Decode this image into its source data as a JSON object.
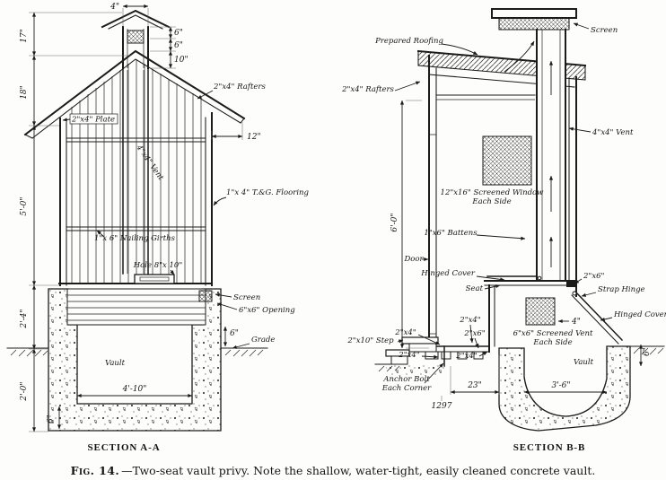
{
  "caption": {
    "fig": "Fig. 14.",
    "text": "—Two-seat vault privy.  Note the shallow, water-tight, easily cleaned concrete vault."
  },
  "a": {
    "title": "SECTION A-A",
    "rafters": "2\"x4\" Rafters",
    "plate": "2\"x4\" Plate",
    "vent": "4\"x4\" Vent",
    "flooring": "1\"x 4\" T.&G. Flooring",
    "girths": "1\"x 6\" Nailing Girths",
    "hole": "Hole 8\"x 10\"",
    "screen": "Screen",
    "opening": "6\"x6\" Opening",
    "grade": "Grade",
    "vault": "Vault",
    "dim_cap_width": "4\"",
    "dim_vent_upper": "6\"",
    "dim_vent_lower": "6\"",
    "dim_vent_throat": "10\"",
    "dim_cap_height": "17\"",
    "dim_gable_height": "18\"",
    "dim_eave": "12\"",
    "dim_wall_height": "5'-0\"",
    "dim_bench_height": "2'-4\"",
    "dim_vault_depth": "2'-0\"",
    "dim_vault_width": "4'-10\"",
    "dim_grade_reveal": "6\"",
    "dim_slab": "6\""
  },
  "b": {
    "title": "SECTION B-B",
    "prepared_roofing": "Prepared Roofing",
    "screen": "Screen",
    "rafters": "2\"x4\" Rafters",
    "vent": "4\"x4\" Vent",
    "window_line1": "12\"x16\" Screened Window",
    "window_line2": "Each Side",
    "battens": "1\"x6\" Battens",
    "door": "Door",
    "hinged_cover_top": "Hinged Cover",
    "seat": "Seat",
    "seat_back_member": "2\"x6\"",
    "strap_hinge": "Strap Hinge",
    "hinged_cover_rear": "Hinged Cover",
    "step": "2\"x10\" Step",
    "joist_a": "2\"x4\"",
    "joist_b": "2\"x4\"",
    "sill": "2\"x6\"",
    "joist_c": "2\"x4\"",
    "joist_d": "2\"x4\"",
    "vent_line1": "6\"x6\" Screened Vent",
    "vent_line2": "Each Side",
    "vault": "Vault",
    "anchor_line1": "Anchor Bolt",
    "anchor_line2": "Each Corner",
    "plate_number": "1297",
    "dim_height": "6'-0\"",
    "dim_seat_gap": "4\"",
    "dim_step": "23\"",
    "dim_vault_width": "3'-6\"",
    "dim_reveal": "6\""
  }
}
